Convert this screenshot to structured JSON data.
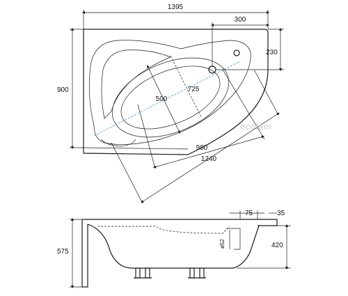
{
  "top_view": {
    "dim_width": "1395",
    "dim_height": "900",
    "dim_outlet_offset": "300",
    "dim_outlet_depth": "230",
    "dim_inner_width": "500",
    "dim_inner_length": "725",
    "dim_diag_short": "980",
    "dim_diag_long": "1240"
  },
  "side_view": {
    "dim_height": "575",
    "dim_rim": "75",
    "dim_rim_thickness": "35",
    "dim_depth": "420",
    "dim_drain": "ø52"
  },
  "watermark": "ecolam",
  "colors": {
    "line": "#1a1a1a",
    "axis": "#4a90c2",
    "watermark": "#c8c8c8"
  }
}
